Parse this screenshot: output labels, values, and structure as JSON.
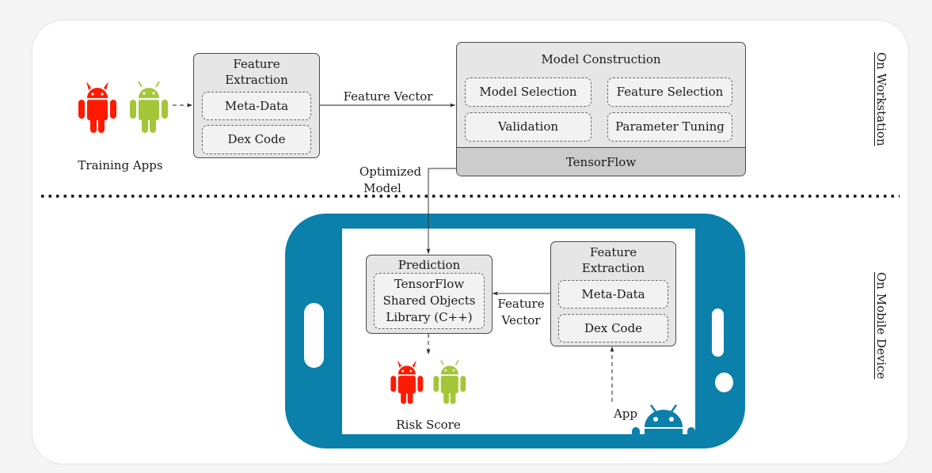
{
  "sections": {
    "workstation_label": "On Workstation",
    "mobile_label": "On Mobile Device"
  },
  "workstation": {
    "training_apps_label": "Training Apps",
    "feature_extraction": {
      "title_line1": "Feature",
      "title_line2": "Extraction",
      "items": [
        "Meta-Data",
        "Dex Code"
      ]
    },
    "feature_vector_label": "Feature Vector",
    "model_construction": {
      "title": "Model Construction",
      "items": [
        "Model Selection",
        "Feature Selection",
        "Validation",
        "Parameter Tuning"
      ],
      "framework": "TensorFlow"
    },
    "optimized_model_line1": "Optimized",
    "optimized_model_line2": "Model"
  },
  "mobile": {
    "prediction": {
      "title": "Prediction",
      "lines": [
        "TensorFlow",
        "Shared Objects",
        "Library (C++)"
      ]
    },
    "feature_vector_line1": "Feature",
    "feature_vector_line2": "Vector",
    "feature_extraction": {
      "title_line1": "Feature",
      "title_line2": "Extraction",
      "items": [
        "Meta-Data",
        "Dex Code"
      ]
    },
    "risk_score_label": "Risk Score",
    "app_label": "App"
  },
  "colors": {
    "malware_android": "#ff1a00",
    "benign_android": "#a4c639",
    "phone": "#0b80ab"
  }
}
